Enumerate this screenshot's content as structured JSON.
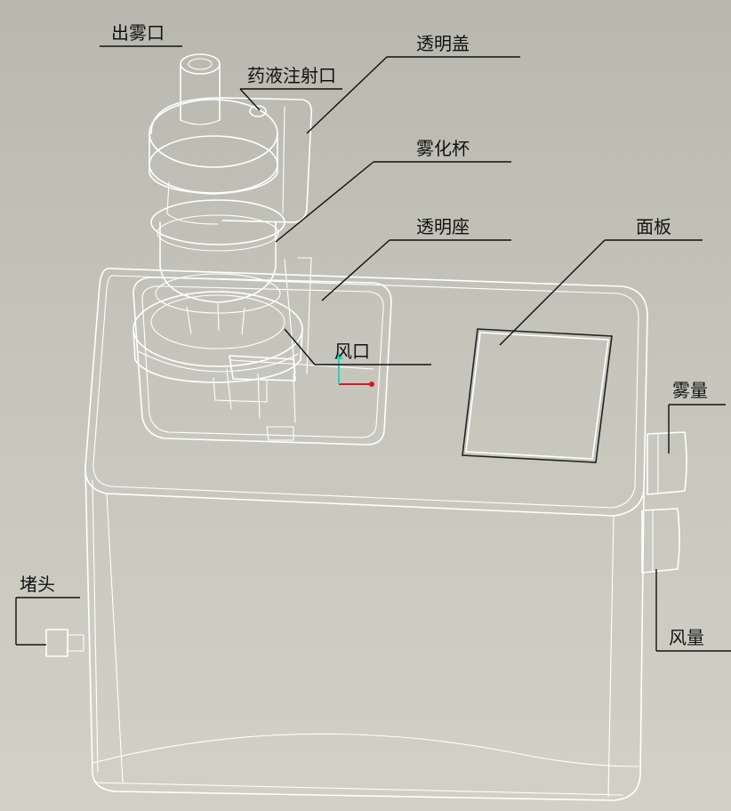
{
  "labels": {
    "mist_outlet": "出雾口",
    "injection_port": "药液注射口",
    "transparent_cover": "透明盖",
    "nebulizer_cup": "雾化杯",
    "transparent_base": "透明座",
    "panel": "面板",
    "air_outlet": "风口",
    "mist_volume": "雾量",
    "plug": "堵头",
    "air_volume": "风量"
  },
  "colors": {
    "background": "#c4c3b9",
    "outline": "#ffffff",
    "leader": "#111111",
    "axis_x": "#e0102a",
    "axis_y": "#22d4c0"
  }
}
